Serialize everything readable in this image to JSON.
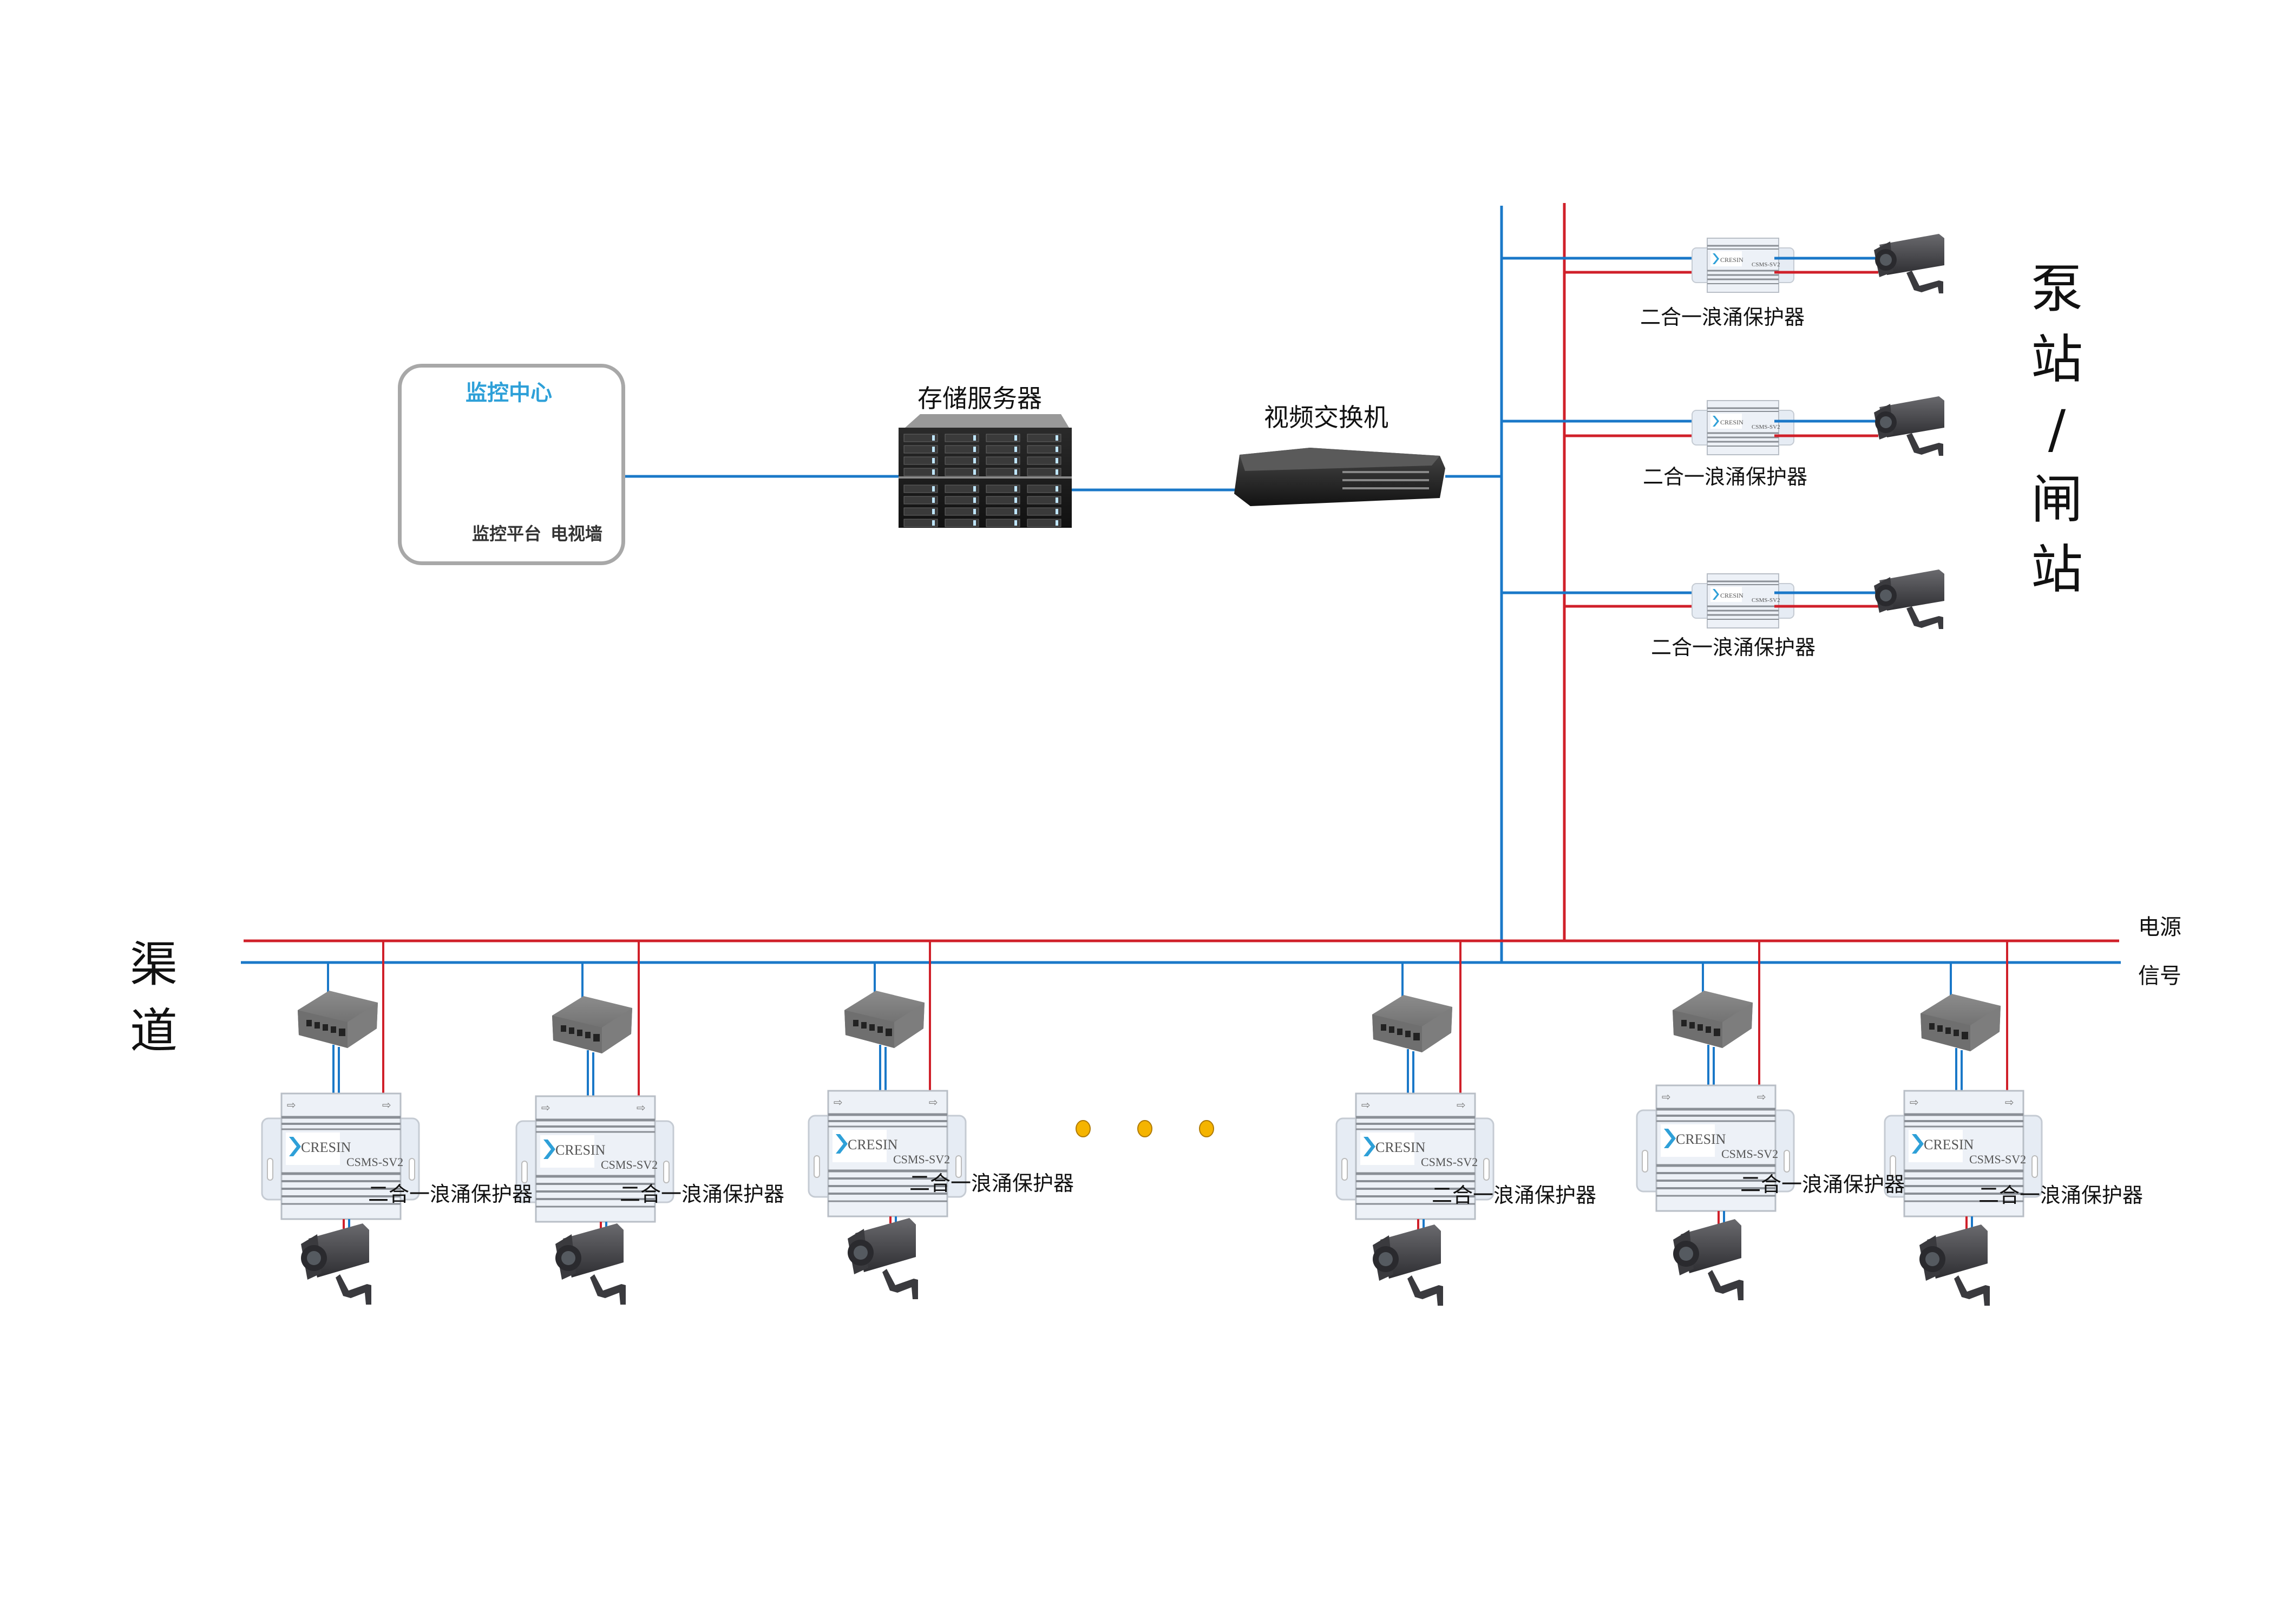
{
  "colors": {
    "signal": "#1a78c8",
    "power": "#d0202a",
    "dot": "#f5b400",
    "center_title": "#2ea0d8"
  },
  "monitor_center": {
    "title": "监控中心",
    "platform_label": "监控平台",
    "tv_wall_label": "电视墙"
  },
  "storage_server": {
    "label": "存储服务器"
  },
  "video_switch": {
    "label": "视频交换机"
  },
  "pump_station": {
    "title_chars": [
      "泵",
      "站",
      "/",
      "闸",
      "站"
    ],
    "branches": [
      {
        "protector_label": "二合一浪涌保护器"
      },
      {
        "protector_label": "二合一浪涌保护器"
      },
      {
        "protector_label": "二合一浪涌保护器"
      }
    ]
  },
  "channel": {
    "title_chars": [
      "渠",
      "道"
    ],
    "units": [
      {
        "protector_label": "二合一浪涌保护器",
        "brand": "CRESIN",
        "model": "CSMS-SV2"
      },
      {
        "protector_label": "二合一浪涌保护器",
        "brand": "CRESIN",
        "model": "CSMS-SV2"
      },
      {
        "protector_label": "二合一浪涌保护器",
        "brand": "CRESIN",
        "model": "CSMS-SV2"
      },
      {
        "protector_label": "二合一浪涌保护器",
        "brand": "CRESIN",
        "model": "CSMS-SV2"
      },
      {
        "protector_label": "二合一浪涌保护器",
        "brand": "CRESIN",
        "model": "CSMS-SV2"
      },
      {
        "protector_label": "二合一浪涌保护器",
        "brand": "CRESIN",
        "model": "CSMS-SV2"
      }
    ],
    "ellipsis_dots": 3
  },
  "legend": {
    "power_label": "电源",
    "signal_label": "信号"
  }
}
